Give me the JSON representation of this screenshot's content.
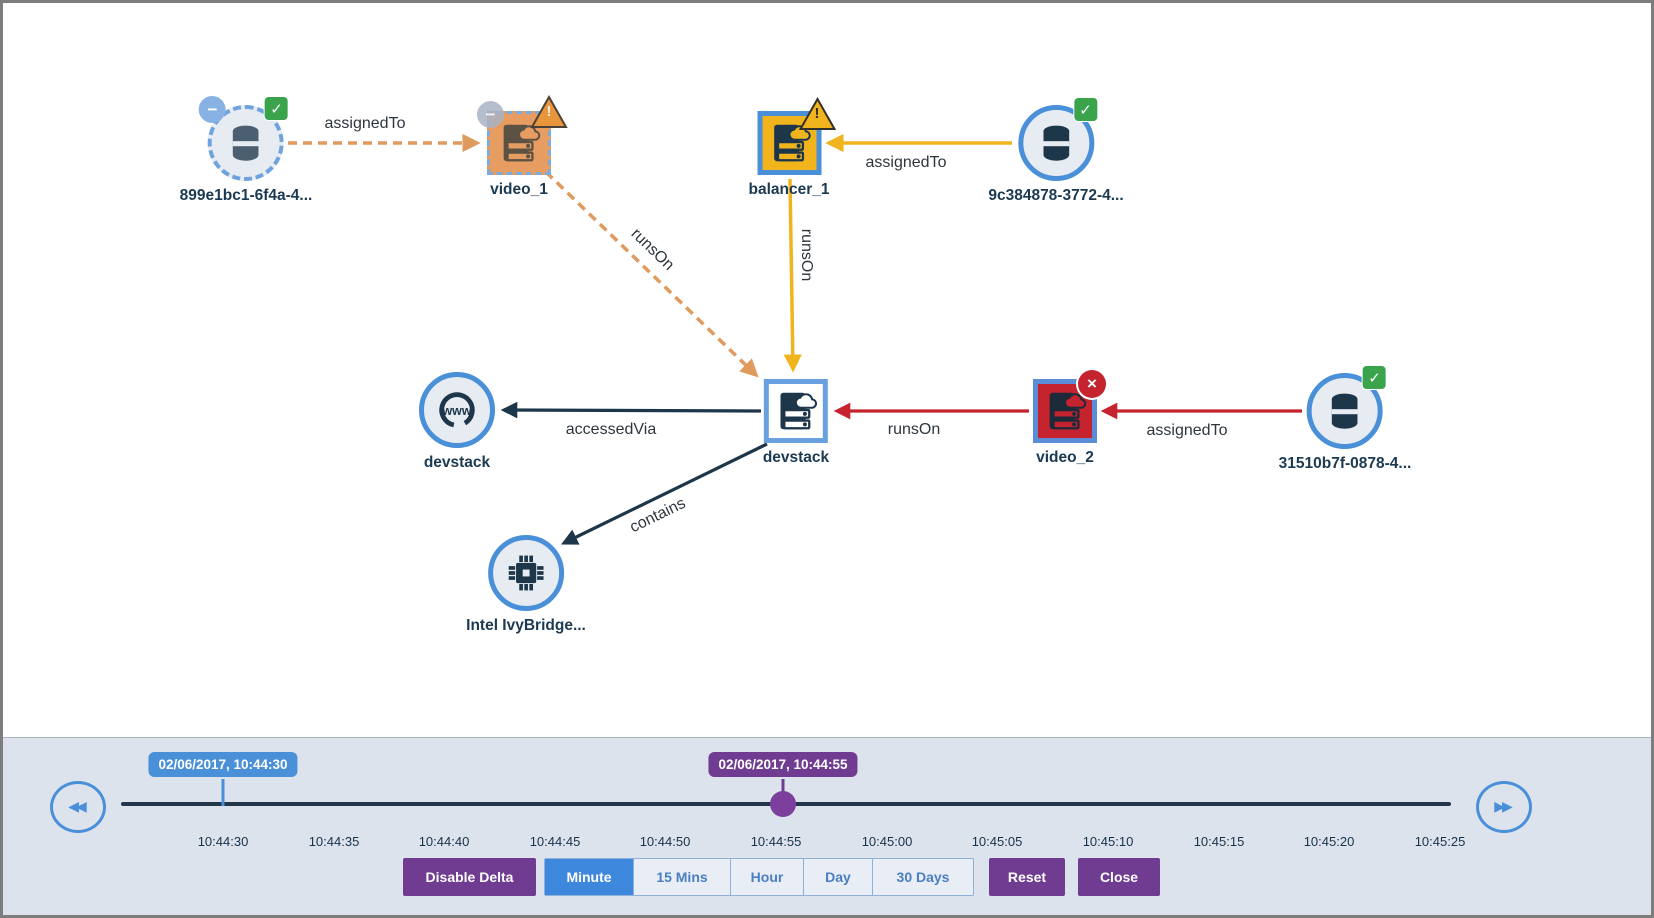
{
  "colors": {
    "edge_orange": "#df9a5e",
    "edge_gold": "#f0b41e",
    "edge_red": "#c5232e",
    "edge_navy": "#1d3649",
    "node_border_blue": "#4a90d9",
    "purple": "#6f3c92",
    "selected_blue": "#3d88dd",
    "panel_bg": "#dde3ed"
  },
  "icons": {
    "minus_badge": "−",
    "check_badge": "✓",
    "error_badge": "×",
    "warning_badge": "!",
    "web_glyph": "www",
    "rewind": "◀◀",
    "fast_forward": "▶▶"
  },
  "graph": {
    "nodes": [
      {
        "label": "899e1bc1-6f4a-4...",
        "shape": "circle",
        "icon": "database",
        "badges": [
          "minus-badge",
          "check-badge"
        ]
      },
      {
        "label": "video_1",
        "shape": "square",
        "icon": "server",
        "badges": [
          "minus-badge",
          "warning-badge"
        ]
      },
      {
        "label": "balancer_1",
        "shape": "square",
        "icon": "server",
        "badges": [
          "warning-badge"
        ]
      },
      {
        "label": "9c384878-3772-4...",
        "shape": "circle",
        "icon": "database",
        "badges": [
          "check-badge"
        ]
      },
      {
        "label": "devstack",
        "shape": "circle",
        "icon": "web",
        "badges": []
      },
      {
        "label": "devstack",
        "shape": "square",
        "icon": "server",
        "badges": []
      },
      {
        "label": "video_2",
        "shape": "square",
        "icon": "server",
        "badges": [
          "error-badge"
        ]
      },
      {
        "label": "31510b7f-0878-4...",
        "shape": "circle",
        "icon": "database",
        "badges": [
          "check-badge"
        ]
      },
      {
        "label": "Intel IvyBridge...",
        "shape": "circle",
        "icon": "cpu",
        "badges": []
      }
    ],
    "edges": [
      {
        "label": "assignedTo",
        "color": "#df9a5e",
        "style": "dashed"
      },
      {
        "label": "runsOn",
        "color": "#df9a5e",
        "style": "dashed"
      },
      {
        "label": "runsOn",
        "color": "#f0b41e",
        "style": "solid"
      },
      {
        "label": "assignedTo",
        "color": "#f0b41e",
        "style": "solid"
      },
      {
        "label": "accessedVia",
        "color": "#1d3649",
        "style": "solid"
      },
      {
        "label": "runsOn",
        "color": "#c5232e",
        "style": "solid"
      },
      {
        "label": "assignedTo",
        "color": "#c5232e",
        "style": "solid"
      },
      {
        "label": "contains",
        "color": "#1d3649",
        "style": "solid"
      }
    ]
  },
  "timeline": {
    "start_tooltip": "02/06/2017, 10:44:30",
    "current_tooltip": "02/06/2017, 10:44:55",
    "ticks": [
      "10:44:30",
      "10:44:35",
      "10:44:40",
      "10:44:45",
      "10:44:50",
      "10:44:55",
      "10:45:00",
      "10:45:05",
      "10:45:10",
      "10:45:15",
      "10:45:20",
      "10:45:25"
    ],
    "buttons": {
      "disable_delta": "Disable Delta",
      "reset": "Reset",
      "close": "Close"
    },
    "ranges": [
      {
        "label": "Minute",
        "selected": true
      },
      {
        "label": "15 Mins",
        "selected": false
      },
      {
        "label": "Hour",
        "selected": false
      },
      {
        "label": "Day",
        "selected": false
      },
      {
        "label": "30 Days",
        "selected": false
      }
    ]
  }
}
